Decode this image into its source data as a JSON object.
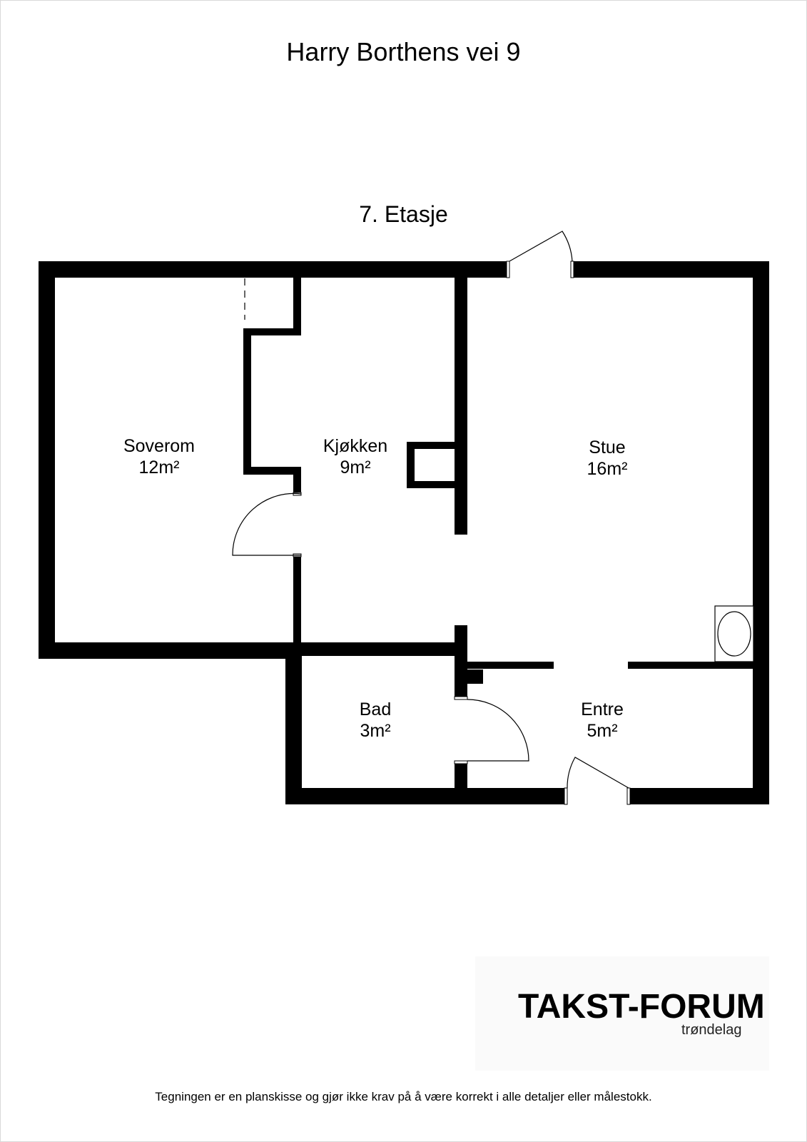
{
  "title": "Harry Borthens vei 9",
  "floor_label": "7. Etasje",
  "rooms": {
    "soverom": {
      "name": "Soverom",
      "area": "12m²"
    },
    "kjokken": {
      "name": "Kjøkken",
      "area": "9m²"
    },
    "stue": {
      "name": "Stue",
      "area": "16m²"
    },
    "bad": {
      "name": "Bad",
      "area": "3m²"
    },
    "entre": {
      "name": "Entre",
      "area": "5m²"
    }
  },
  "logo": {
    "name": "TAKST-FORUM",
    "subtitle": "trøndelag",
    "accent_color": "#f0b41e"
  },
  "disclaimer": "Tegningen er en planskisse og gjør ikke krav på å være korrekt i alle detaljer eller målestokk.",
  "colors": {
    "wall": "#000000",
    "background": "#ffffff"
  }
}
